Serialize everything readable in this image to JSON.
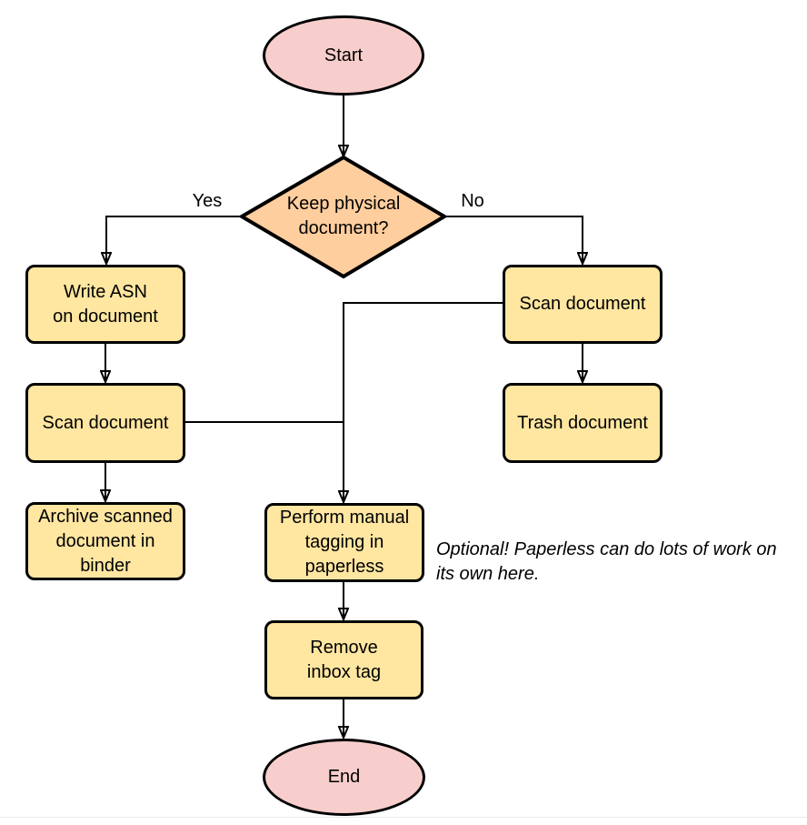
{
  "diagram": {
    "type": "flowchart",
    "nodes": {
      "start": {
        "label": "Start",
        "shape": "terminator",
        "fill": "#f8cecc"
      },
      "decision": {
        "label": "Keep physical\ndocument?",
        "shape": "diamond",
        "fill": "#ffce9e"
      },
      "write_asn": {
        "label": "Write ASN\non document",
        "shape": "process",
        "fill": "#ffe6a1"
      },
      "scan_left": {
        "label": "Scan document",
        "shape": "process",
        "fill": "#ffe6a1"
      },
      "archive": {
        "label": "Archive scanned\ndocument in\nbinder",
        "shape": "process",
        "fill": "#ffe6a1"
      },
      "scan_right": {
        "label": "Scan document",
        "shape": "process",
        "fill": "#ffe6a1"
      },
      "trash": {
        "label": "Trash document",
        "shape": "process",
        "fill": "#ffe6a1"
      },
      "tagging": {
        "label": "Perform manual\ntagging in\npaperless",
        "shape": "process",
        "fill": "#ffe6a1"
      },
      "remove_inbox": {
        "label": "Remove\ninbox tag",
        "shape": "process",
        "fill": "#ffe6a1"
      },
      "end": {
        "label": "End",
        "shape": "terminator",
        "fill": "#f8cecc"
      }
    },
    "edge_labels": {
      "yes": "Yes",
      "no": "No"
    },
    "edges": [
      {
        "from": "start",
        "to": "decision"
      },
      {
        "from": "decision",
        "to": "write_asn",
        "label": "Yes"
      },
      {
        "from": "decision",
        "to": "scan_right",
        "label": "No"
      },
      {
        "from": "write_asn",
        "to": "scan_left"
      },
      {
        "from": "scan_left",
        "to": "archive"
      },
      {
        "from": "scan_right",
        "to": "trash"
      },
      {
        "from": "scan_right",
        "to": "tagging"
      },
      {
        "from": "scan_left",
        "to": "tagging"
      },
      {
        "from": "tagging",
        "to": "remove_inbox"
      },
      {
        "from": "remove_inbox",
        "to": "end"
      }
    ],
    "note": "Optional! Paperless can do lots of work on\nits own here.",
    "colors": {
      "terminator_fill": "#f8cecc",
      "decision_fill": "#ffce9e",
      "process_fill": "#ffe6a1",
      "stroke": "#000000",
      "background": "#ffffff"
    }
  }
}
